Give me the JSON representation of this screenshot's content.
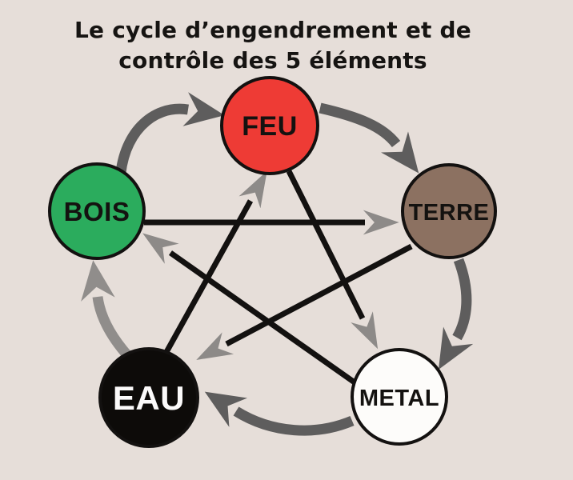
{
  "title": {
    "line1": "Le cycle d’engendrement et de",
    "line2": "contrôle des 5 éléments"
  },
  "colors": {
    "background": "#e6ded9",
    "title_text": "#161412",
    "circle_border": "#131110",
    "generation_arrow": "#5e5d5d",
    "generation_arrow_light": "#908d8b",
    "control_line": "#131110",
    "control_arrowhead": "#8d8a88"
  },
  "elements": [
    {
      "id": "feu",
      "label": "FEU",
      "color": "#ee3b35",
      "text_color": "#141210"
    },
    {
      "id": "terre",
      "label": "TERRE",
      "color": "#8c7161",
      "text_color": "#141210"
    },
    {
      "id": "metal",
      "label": "METAL",
      "color": "#fdfcfa",
      "text_color": "#141210"
    },
    {
      "id": "eau",
      "label": "EAU",
      "color": "#0d0b09",
      "text_color": "#fbfafa"
    },
    {
      "id": "bois",
      "label": "BOIS",
      "color": "#2bac5d",
      "text_color": "#141210"
    }
  ],
  "generation_cycle": [
    {
      "from": "BOIS",
      "to": "FEU"
    },
    {
      "from": "FEU",
      "to": "TERRE"
    },
    {
      "from": "TERRE",
      "to": "METAL"
    },
    {
      "from": "METAL",
      "to": "EAU"
    },
    {
      "from": "EAU",
      "to": "BOIS"
    }
  ],
  "control_cycle": [
    {
      "from": "EAU",
      "to": "FEU"
    },
    {
      "from": "FEU",
      "to": "METAL"
    },
    {
      "from": "METAL",
      "to": "BOIS"
    },
    {
      "from": "BOIS",
      "to": "TERRE"
    },
    {
      "from": "TERRE",
      "to": "EAU"
    }
  ]
}
